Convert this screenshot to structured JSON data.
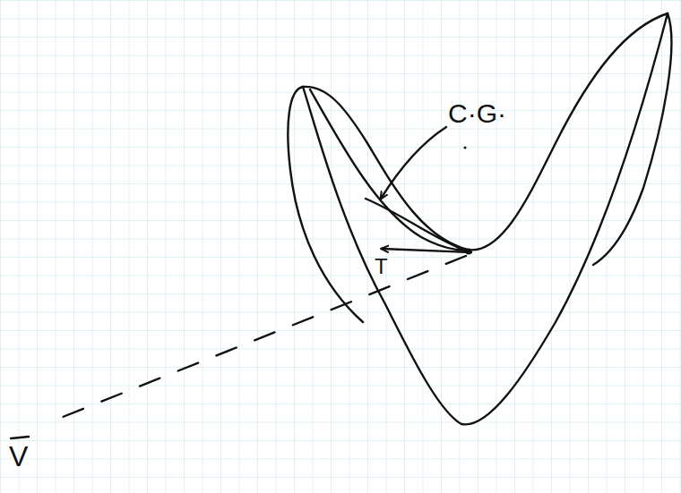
{
  "diagram": {
    "labels": [
      "C·G·",
      "T",
      "V"
    ]
  }
}
